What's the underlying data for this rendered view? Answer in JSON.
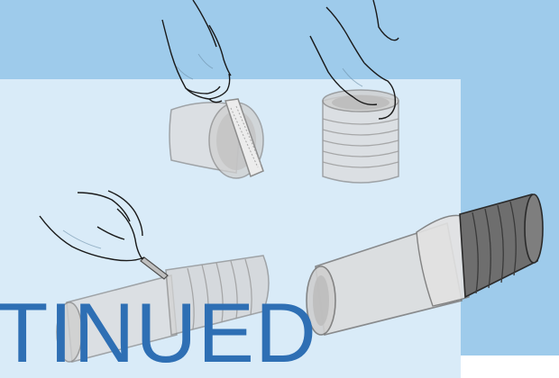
{
  "banner": {
    "text": "TINUED"
  },
  "colors": {
    "dark_blue_band": "#9ecbeb",
    "light_blue_panel": "#d9ebf8",
    "pipe_fill": "#dcdcdc",
    "pipe_stroke": "#8c8c8c",
    "coupling_dark": "#6e6e6e",
    "line_art": "#1a1a1a",
    "banner_text": "#2e6fb4"
  },
  "illustrations": [
    {
      "id": "hand-filing-pipe-end",
      "icon": "file-tool-icon"
    },
    {
      "id": "hand-pressing-coupling",
      "icon": "coupling-icon"
    },
    {
      "id": "hand-marking-pipe",
      "icon": "pencil-icon"
    },
    {
      "id": "assembled-pipe-with-coupling",
      "icon": "pipe-joint-icon"
    }
  ]
}
